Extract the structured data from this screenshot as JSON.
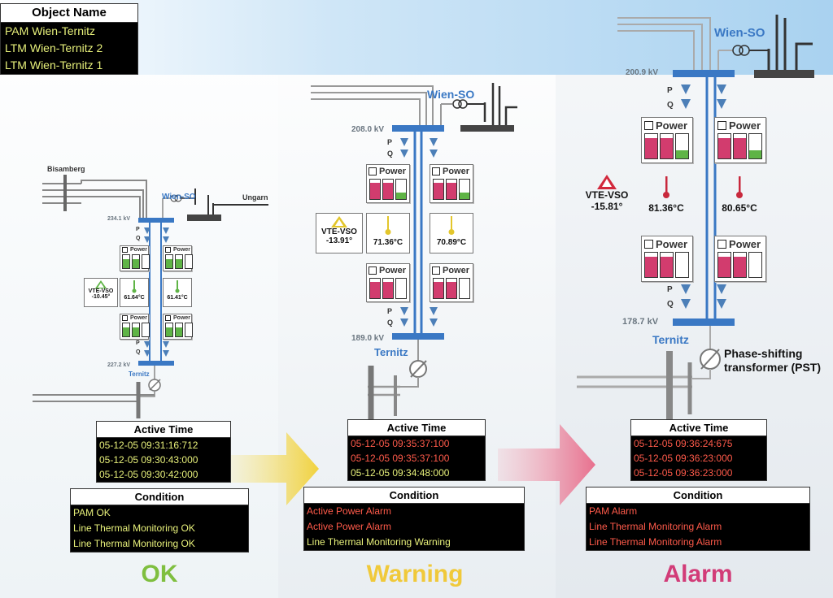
{
  "object_panel": {
    "header": "Object Name",
    "rows": [
      "PAM Wien-Ternitz",
      "LTM Wien-Ternitz 2",
      "LTM Wien-Ternitz 1"
    ]
  },
  "labels": {
    "bisamberg": "Bisamberg",
    "ungarn": "Ungarn",
    "wien_so": "Wien-SO",
    "ternitz": "Ternitz",
    "pst": "Phase-shifting\ntransformer (PST)",
    "p": "P",
    "q": "Q",
    "power": "Power",
    "vte": "VTE-VSO"
  },
  "colors": {
    "bus": "#3a78c4",
    "ok_green": "#5fb446",
    "warn_yellow": "#e3c62c",
    "alarm_red": "#d23c6e",
    "ok_text": "#e7f07a",
    "alarm_text": "#ff5a4a"
  },
  "stages": [
    {
      "status": "OK",
      "status_color": "#7fbf3f",
      "top_kv": "234.1 kV",
      "bottom_kv": "227.2 kV",
      "vte_value": "-10.45°",
      "temp_left": "61.64°C",
      "temp_right": "61.41°C",
      "active_time_header": "Active Time",
      "active_times": [
        {
          "text": "05-12-05 09:31:16:712",
          "color": "#e7f07a"
        },
        {
          "text": "05-12-05 09:30:43:000",
          "color": "#e7f07a"
        },
        {
          "text": "05-12-05 09:30:42:000",
          "color": "#e7f07a"
        }
      ],
      "condition_header": "Condition",
      "conditions": [
        {
          "text": "PAM OK",
          "color": "#e7f07a"
        },
        {
          "text": "Line Thermal Monitoring OK",
          "color": "#e7f07a"
        },
        {
          "text": "Line Thermal Monitoring OK",
          "color": "#e7f07a"
        }
      ]
    },
    {
      "status": "Warning",
      "status_color": "#f0c93a",
      "top_kv": "208.0 kV",
      "bottom_kv": "189.0 kV",
      "vte_value": "-13.91°",
      "temp_left": "71.36°C",
      "temp_right": "70.89°C",
      "active_time_header": "Active Time",
      "active_times": [
        {
          "text": "05-12-05 09:35:37:100",
          "color": "#ff5a4a"
        },
        {
          "text": "05-12-05 09:35:37:100",
          "color": "#ff5a4a"
        },
        {
          "text": "05-12-05 09:34:48:000",
          "color": "#e7f07a"
        }
      ],
      "condition_header": "Condition",
      "conditions": [
        {
          "text": "Active Power Alarm",
          "color": "#ff5a4a"
        },
        {
          "text": "Active Power Alarm",
          "color": "#ff5a4a"
        },
        {
          "text": "Line Thermal Monitoring Warning",
          "color": "#e7f07a"
        }
      ]
    },
    {
      "status": "Alarm",
      "status_color": "#d23c78",
      "top_kv": "200.9 kV",
      "bottom_kv": "178.7 kV",
      "vte_value": "-15.81°",
      "temp_left": "81.36°C",
      "temp_right": "80.65°C",
      "active_time_header": "Active Time",
      "active_times": [
        {
          "text": "05-12-05 09:36:24:675",
          "color": "#ff5a4a"
        },
        {
          "text": "05-12-05 09:36:23:000",
          "color": "#ff5a4a"
        },
        {
          "text": "05-12-05 09:36:23:000",
          "color": "#ff5a4a"
        }
      ],
      "condition_header": "Condition",
      "conditions": [
        {
          "text": "PAM Alarm",
          "color": "#ff5a4a"
        },
        {
          "text": "Line Thermal Monitoring Alarm",
          "color": "#ff5a4a"
        },
        {
          "text": "Line Thermal Monitoring Alarm",
          "color": "#ff5a4a"
        }
      ]
    }
  ]
}
